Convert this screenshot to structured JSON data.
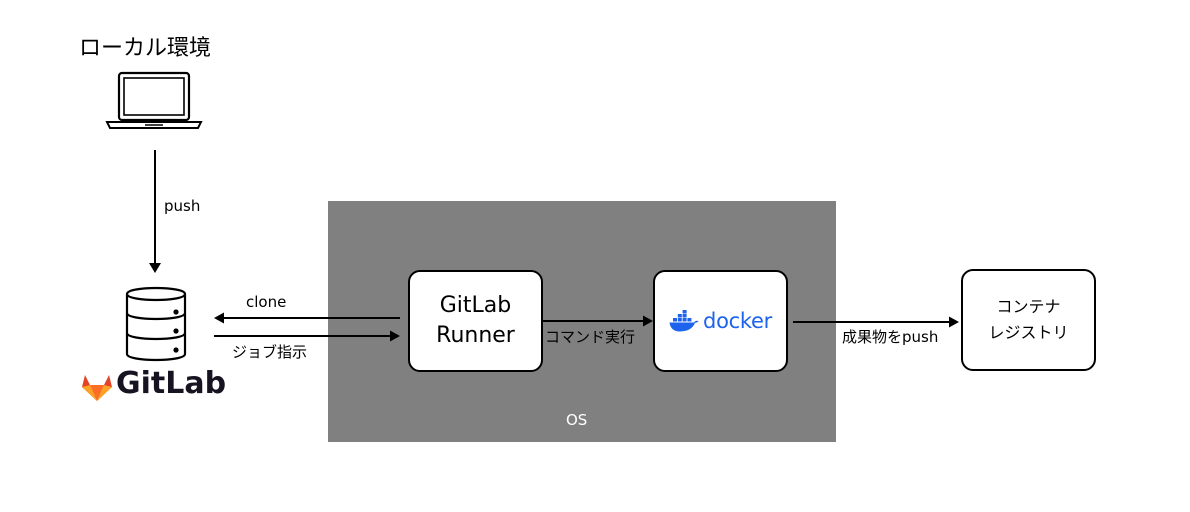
{
  "local_env": {
    "title": "ローカル環境"
  },
  "edges": {
    "push": "push",
    "clone": "clone",
    "job": "ジョブ指示",
    "command": "コマンド実行",
    "push_artifact": "成果物をpush"
  },
  "gitlab": {
    "name": "GitLab"
  },
  "os": {
    "label": "OS"
  },
  "runner": {
    "line1": "GitLab",
    "line2": "Runner"
  },
  "docker": {
    "label": "docker"
  },
  "registry": {
    "line1": "コンテナ",
    "line2": "レジストリ"
  },
  "colors": {
    "os_bg": "#808080",
    "docker_blue": "#1d63ed",
    "gitlab_orange": "#fc6d26",
    "gitlab_red": "#e24329",
    "gitlab_amber": "#fca326"
  }
}
